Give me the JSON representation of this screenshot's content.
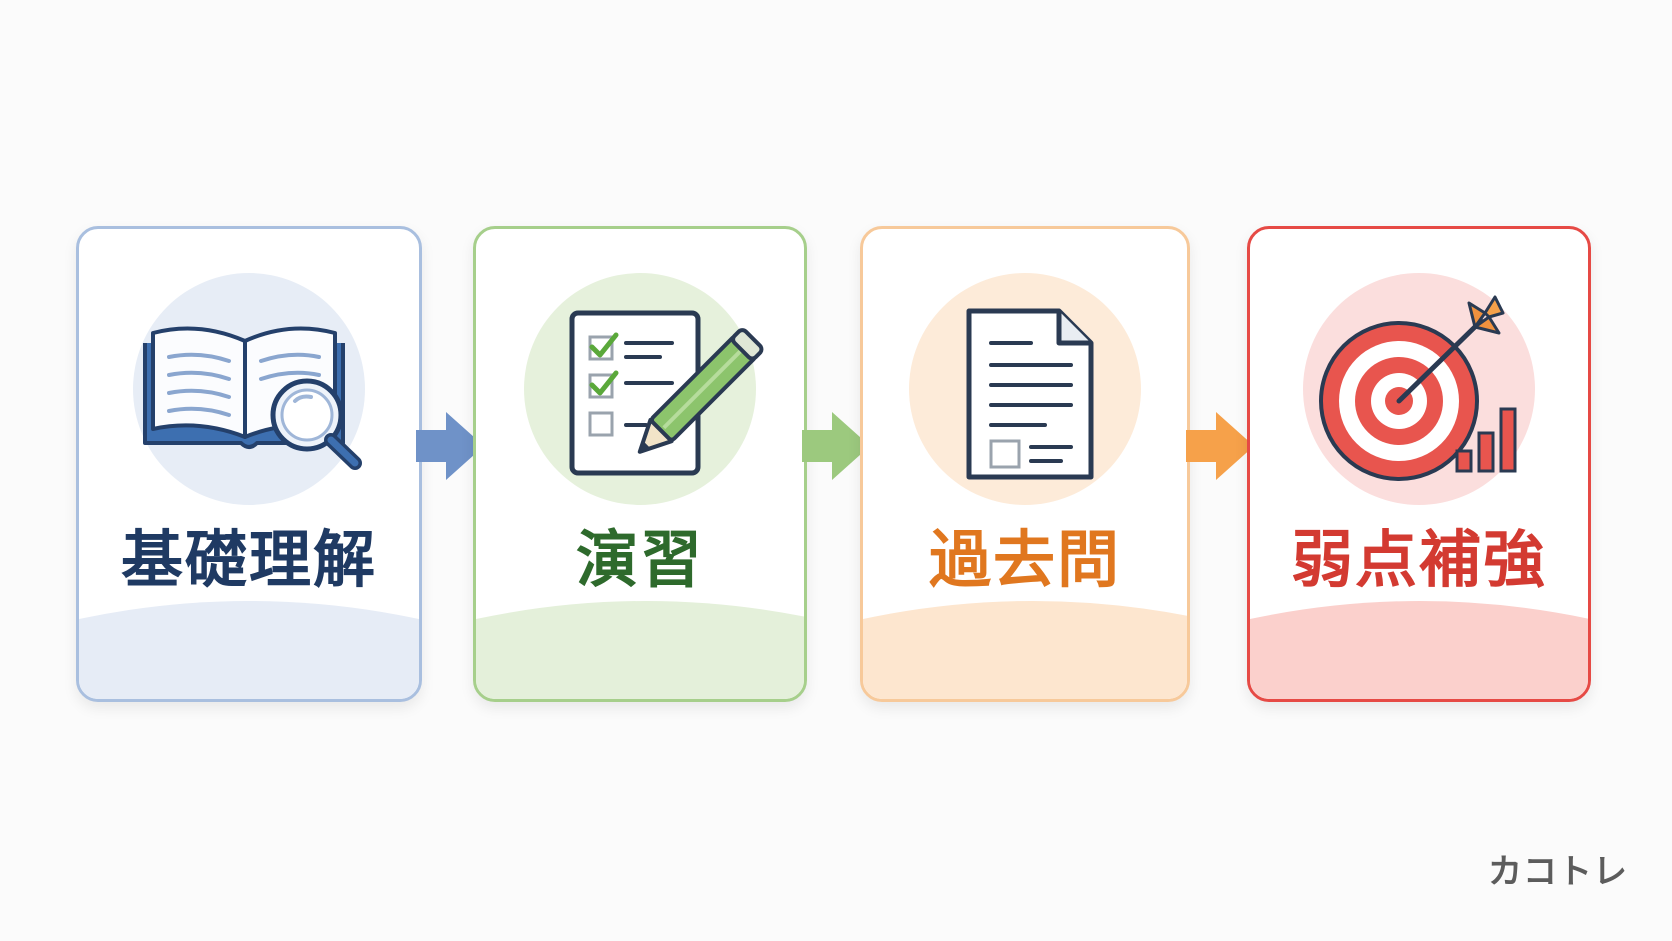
{
  "steps": [
    {
      "label": "基礎理解",
      "icon": "book-magnifier-icon",
      "accent": "#1f3a63",
      "border": "#a9bfdf",
      "tint": "#e7edf6"
    },
    {
      "label": "演習",
      "icon": "checklist-pencil-icon",
      "accent": "#2e6a2c",
      "border": "#a6cf8b",
      "tint": "#e6f1dc"
    },
    {
      "label": "過去問",
      "icon": "document-icon",
      "accent": "#e0771f",
      "border": "#f7c99a",
      "tint": "#fdebd9"
    },
    {
      "label": "弱点補強",
      "icon": "target-arrow-chart-icon",
      "accent": "#d33a31",
      "border": "#e64a45",
      "tint": "#fbdedd"
    }
  ],
  "arrows": [
    {
      "icon": "arrow-right-icon",
      "color": "#6f92c8"
    },
    {
      "icon": "arrow-right-icon",
      "color": "#9cc97e"
    },
    {
      "icon": "arrow-right-icon",
      "color": "#f6a14a"
    }
  ],
  "brand": "カコトレ"
}
